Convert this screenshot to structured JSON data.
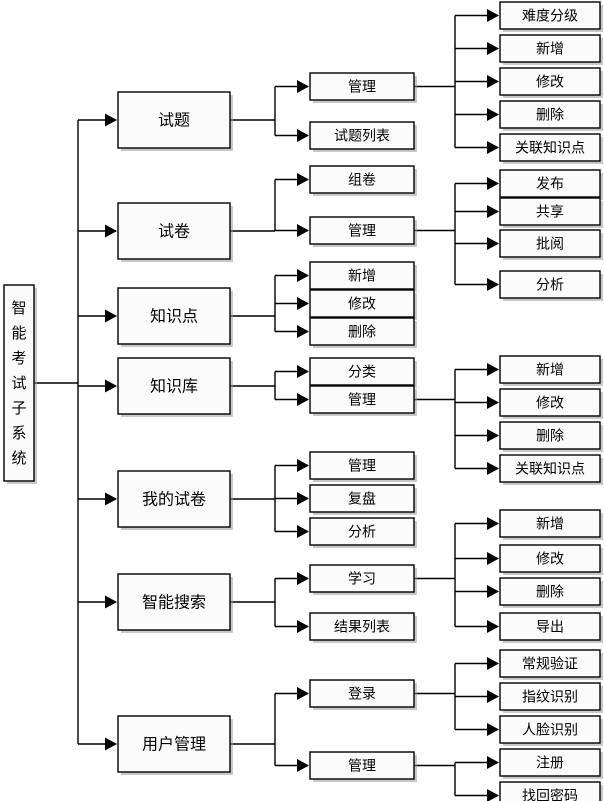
{
  "diagram": {
    "type": "tree-hierarchy-diagram",
    "title_node": "智能考试子系统",
    "orientation": "left-to-right",
    "colors": {
      "box_fill": "#fbfbfb",
      "box_stroke": "#000000",
      "shadow": "#9a9a9a",
      "text": "#000000",
      "background": "#ffffff"
    },
    "root": {
      "label": "智能考试子系统",
      "vertical_text": true
    },
    "level1": [
      {
        "id": "l1-0",
        "label": "试题"
      },
      {
        "id": "l1-1",
        "label": "试卷"
      },
      {
        "id": "l1-2",
        "label": "知识点"
      },
      {
        "id": "l1-3",
        "label": "知识库"
      },
      {
        "id": "l1-4",
        "label": "我的试卷"
      },
      {
        "id": "l1-5",
        "label": "智能搜索"
      },
      {
        "id": "l1-6",
        "label": "用户管理"
      }
    ],
    "level2": [
      {
        "id": "l2-0",
        "label": "管理",
        "parent": "l1-0"
      },
      {
        "id": "l2-1",
        "label": "试题列表",
        "parent": "l1-0"
      },
      {
        "id": "l2-2",
        "label": "组卷",
        "parent": "l1-1"
      },
      {
        "id": "l2-3",
        "label": "管理",
        "parent": "l1-1"
      },
      {
        "id": "l2-4",
        "label": "新增",
        "parent": "l1-2"
      },
      {
        "id": "l2-5",
        "label": "修改",
        "parent": "l1-2"
      },
      {
        "id": "l2-6",
        "label": "删除",
        "parent": "l1-2"
      },
      {
        "id": "l2-7",
        "label": "分类",
        "parent": "l1-3"
      },
      {
        "id": "l2-8",
        "label": "管理",
        "parent": "l1-3"
      },
      {
        "id": "l2-9",
        "label": "管理",
        "parent": "l1-4"
      },
      {
        "id": "l2-10",
        "label": "复盘",
        "parent": "l1-4"
      },
      {
        "id": "l2-11",
        "label": "分析",
        "parent": "l1-4"
      },
      {
        "id": "l2-12",
        "label": "学习",
        "parent": "l1-5"
      },
      {
        "id": "l2-13",
        "label": "结果列表",
        "parent": "l1-5"
      },
      {
        "id": "l2-14",
        "label": "登录",
        "parent": "l1-6"
      },
      {
        "id": "l2-15",
        "label": "管理",
        "parent": "l1-6"
      }
    ],
    "level3": [
      {
        "id": "l3-0",
        "label": "难度分级",
        "parent": "l2-0"
      },
      {
        "id": "l3-1",
        "label": "新增",
        "parent": "l2-0"
      },
      {
        "id": "l3-2",
        "label": "修改",
        "parent": "l2-0"
      },
      {
        "id": "l3-3",
        "label": "删除",
        "parent": "l2-0"
      },
      {
        "id": "l3-4",
        "label": "关联知识点",
        "parent": "l2-0"
      },
      {
        "id": "l3-5",
        "label": "发布",
        "parent": "l2-3"
      },
      {
        "id": "l3-6",
        "label": "共享",
        "parent": "l2-3"
      },
      {
        "id": "l3-7",
        "label": "批阅",
        "parent": "l2-3"
      },
      {
        "id": "l3-8",
        "label": "分析",
        "parent": "l2-3"
      },
      {
        "id": "l3-9",
        "label": "新增",
        "parent": "l2-8"
      },
      {
        "id": "l3-10",
        "label": "修改",
        "parent": "l2-8"
      },
      {
        "id": "l3-11",
        "label": "删除",
        "parent": "l2-8"
      },
      {
        "id": "l3-12",
        "label": "关联知识点",
        "parent": "l2-8"
      },
      {
        "id": "l3-13",
        "label": "新增",
        "parent": "l2-12"
      },
      {
        "id": "l3-14",
        "label": "修改",
        "parent": "l2-12"
      },
      {
        "id": "l3-15",
        "label": "删除",
        "parent": "l2-12"
      },
      {
        "id": "l3-16",
        "label": "导出",
        "parent": "l2-12"
      },
      {
        "id": "l3-17",
        "label": "常规验证",
        "parent": "l2-14"
      },
      {
        "id": "l3-18",
        "label": "指纹识别",
        "parent": "l2-14"
      },
      {
        "id": "l3-19",
        "label": "人脸识别",
        "parent": "l2-14"
      },
      {
        "id": "l3-20",
        "label": "注册",
        "parent": "l2-15"
      },
      {
        "id": "l3-21",
        "label": "找回密码",
        "parent": "l2-15"
      }
    ]
  }
}
